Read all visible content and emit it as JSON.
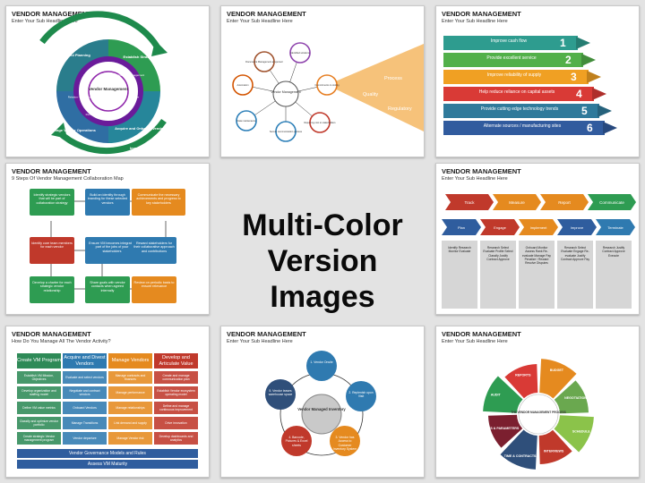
{
  "center": {
    "line1": "Multi-Color",
    "line2": "Version Images"
  },
  "tiles": [
    {
      "title": "VENDOR MANAGEMENT",
      "subtitle": "Enter Your Sub Headline Here",
      "center_label": "Vendor Management",
      "ring_outer": [
        "Establish Strategy",
        "Acquire and Onboard Vendors",
        "Manage Vendor Operations",
        "Sourcing and Planning"
      ],
      "ring_inner": [
        "Dashboards",
        "Relationship Management",
        "Evaluate",
        "Negotiate",
        "Performance / Risk",
        "Relation - Align Contracts",
        "Metrics"
      ],
      "arrows": [
        "Access",
        "Improve"
      ]
    },
    {
      "title": "VENDOR MANAGEMENT",
      "subtitle": "Enter Your Sub Headline Here",
      "center_label": "Vendor Management",
      "nodes": [
        "Documents Management at sponsor",
        "Identified solutions",
        "Commitments to tooling",
        "Reporting cost to stakeholders",
        "Secure communication process",
        "Data maintenance",
        "Automation"
      ],
      "funnel": [
        "Process",
        "Quality",
        "Regulatory"
      ]
    },
    {
      "title": "VENDOR MANAGEMENT",
      "subtitle": "Enter Your Sub Headline Here",
      "items": [
        {
          "label": "Improve cash flow",
          "num": "1"
        },
        {
          "label": "Provide excellent service",
          "num": "2"
        },
        {
          "label": "Improve reliability of supply",
          "num": "3"
        },
        {
          "label": "Help reduce reliance on capital assets",
          "num": "4"
        },
        {
          "label": "Provide cutting edge technology trends",
          "num": "5"
        },
        {
          "label": "Alternate sources / manufacturing sites",
          "num": "6"
        }
      ],
      "colors": [
        "#2e9c8f",
        "#52b04a",
        "#f0a023",
        "#d93a36",
        "#2f7a9b",
        "#315b9e"
      ]
    },
    {
      "title": "VENDOR MANAGEMENT",
      "subtitle": "9 Steps Of Vendor Management Collaboration Map",
      "steps": [
        "Identify strategic vendors that will be part of collaboration strategy",
        "Build an identity through branding for these selected vendors",
        "Communicate the necessary achievements and progress to key stakeholders",
        "Identify core team members for each vendor",
        "Ensure VM becomes integrated part of the jobs of your stakeholders",
        "Reward stakeholders for their collaborative approach and contributions",
        "Develop a charter for each strategic vendor relationship",
        "Share goals with vendor contacts when agreed internally",
        "Review on periodic basis to ensure relevance"
      ]
    },
    {
      "title": "VENDOR MANAGEMENT",
      "subtitle": "Enter Your Sub Headline Here",
      "row1": [
        "Track",
        "Measure",
        "Report",
        "Communicate"
      ],
      "row2": [
        "Plan",
        "Engage",
        "Implement",
        "Improve",
        "Terminate"
      ],
      "lists": [
        "Identify Research Monitor Evaluate",
        "Research Select Evaluate Profile Select Classify Justify Contract Approve",
        "Onboard Monitor Assess Rank Re-evaluate Manage Pay Penalize / Reward Resolve Disputes",
        "Research Select Evaluate Engage Re-evaluate Justify Contract Approve Pay",
        "Research Justify Contract Approve Execute"
      ]
    },
    {
      "title": "VENDOR MANAGEMENT",
      "subtitle": "How Do You Manage All The Vendor Activity?",
      "columns": [
        {
          "head": "Create VM Program",
          "cells": [
            "Establish VM Mission, Objectives",
            "Develop organization and staffing model",
            "Define VM value metrics",
            "Classify and optimize vendor portfolio",
            "Create strategic Vendor management program"
          ]
        },
        {
          "head": "Acquire and Divest Vendors",
          "cells": [
            "Evaluate and select vendors",
            "Negotiate and contract vendors",
            "Onboard Vendors",
            "Manage Transitions",
            "Vendor departure"
          ]
        },
        {
          "head": "Manage Vendors",
          "cells": [
            "Manage contracts and finances",
            "Manage performance",
            "Manage relationships",
            "Link demand and supply",
            "Manage Vendor risk"
          ]
        },
        {
          "head": "Develop and Articulate Value",
          "cells": [
            "Create and manage communication plan",
            "Establish Vendor ecosystem operating model",
            "Define and manage continuous improvement",
            "Drive innovation",
            "Develop dashboards and analytics"
          ]
        }
      ],
      "footer1": "Vendor Governance Models and Rules",
      "footer2": "Assess VM Maturity",
      "col_colors": [
        "#2e8a57",
        "#2f7ab0",
        "#e58a1f",
        "#c0392b"
      ]
    },
    {
      "title": "VENDOR MANAGEMENT",
      "subtitle": "Enter Your Sub Headline Here",
      "center_label": "Vendor Managed Inventory",
      "steps": [
        "1. Vendor Onsite",
        "2. Replenish upon Visit",
        "3. Vendor has Access to Customer Inventory System",
        "4. Barcode, Pictures & Excel sheets",
        "5. Vendor leases warehouse space"
      ]
    },
    {
      "title": "VENDOR MANAGEMENT",
      "subtitle": "Enter Your Sub Headline Here",
      "center_label": "THE VENDOR MANAGEMENT PROCESS",
      "segments": [
        "BUDGET",
        "NEGOTIATIONS",
        "SCHEDULE",
        "INTERVIEWS",
        "TIME & CONTRACTS",
        "ROLES & PARAMETERS",
        "AUDIT",
        "REPORTS"
      ]
    }
  ]
}
